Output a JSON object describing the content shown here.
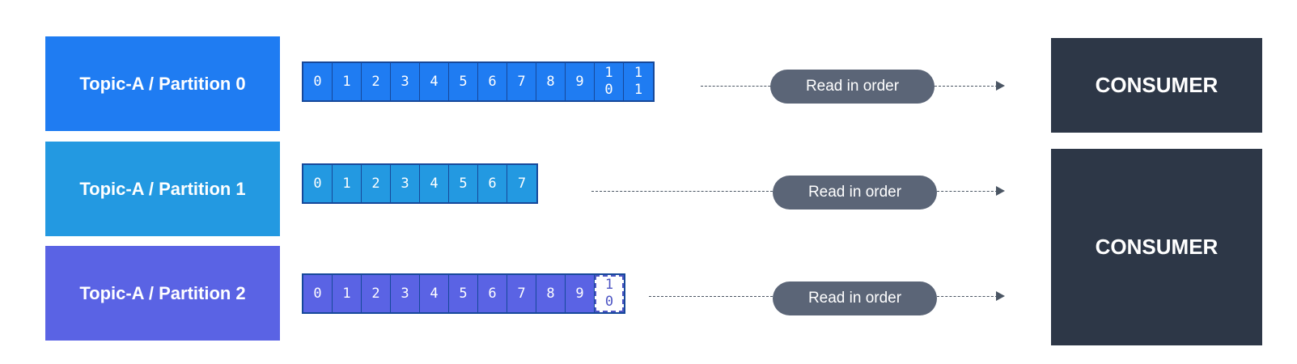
{
  "colors": {
    "partition_0": "#1f7cf2",
    "partition_1": "#2399e1",
    "partition_2": "#5a63e4",
    "pill": "#5b6577",
    "consumer": "#2d3747",
    "arrow": "#4a5563"
  },
  "partitions": [
    {
      "label": "Topic-A / Partition 0",
      "offsets": [
        "0",
        "1",
        "2",
        "3",
        "4",
        "5",
        "6",
        "7",
        "8",
        "9",
        "1\n0",
        "1\n1"
      ],
      "pending_offset": null,
      "read_label": "Read in order"
    },
    {
      "label": "Topic-A / Partition 1",
      "offsets": [
        "0",
        "1",
        "2",
        "3",
        "4",
        "5",
        "6",
        "7"
      ],
      "pending_offset": null,
      "read_label": "Read in order"
    },
    {
      "label": "Topic-A / Partition 2",
      "offsets": [
        "0",
        "1",
        "2",
        "3",
        "4",
        "5",
        "6",
        "7",
        "8",
        "9"
      ],
      "pending_offset": "1\n0",
      "read_label": "Read in order"
    }
  ],
  "consumers": [
    {
      "label": "CONSUMER"
    },
    {
      "label": "CONSUMER"
    }
  ]
}
